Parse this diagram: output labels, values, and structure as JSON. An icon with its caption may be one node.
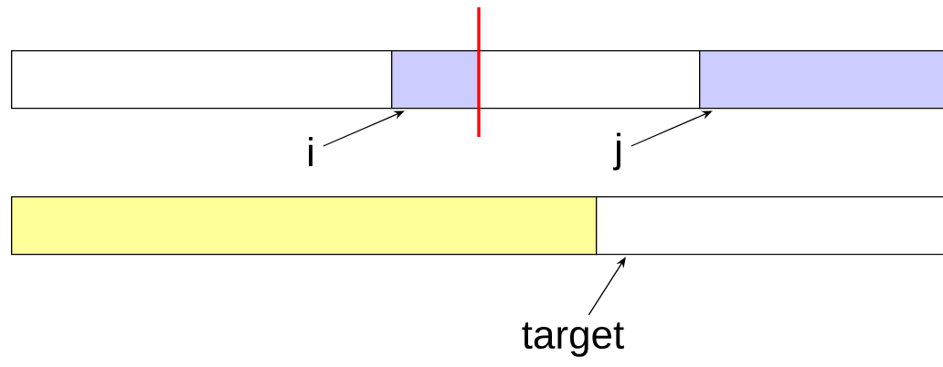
{
  "diagram": {
    "nodes": [
      {
        "text": [],
        "shape": "box"
      },
      {
        "text": [],
        "shape": "box"
      },
      {
        "text": [],
        "shape": "box"
      },
      {
        "text": [],
        "shape": "box"
      },
      {
        "text": [
          "i"
        ]
      },
      {
        "text": [
          "j"
        ]
      },
      {
        "text": [],
        "shape": "box"
      },
      {
        "text": [],
        "shape": "box"
      },
      {
        "text": [
          "target"
        ]
      }
    ],
    "edges": [
      {
        "from": 4,
        "to": 1,
        "arrow": "to"
      },
      {
        "from": 5,
        "to": 3,
        "arrow": "to"
      },
      {
        "from": 8,
        "to": 7,
        "arrow": "to"
      }
    ]
  }
}
